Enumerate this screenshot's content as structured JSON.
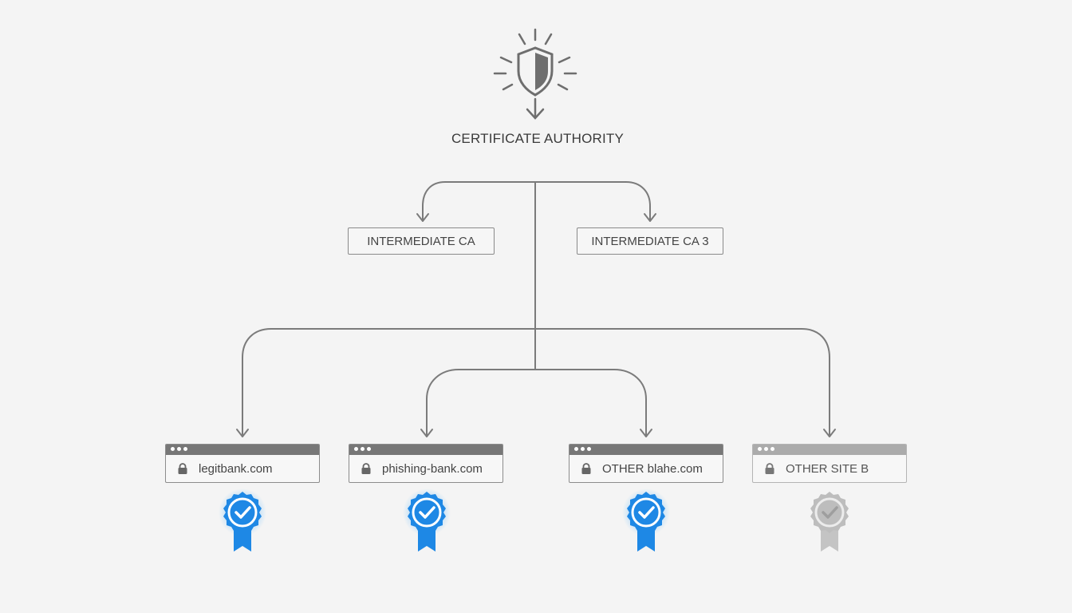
{
  "root": {
    "label": "CERTIFICATE AUTHORITY",
    "icon": "shield-alert-icon"
  },
  "intermediates": [
    {
      "label": "INTERMEDIATE CA"
    },
    {
      "label": "INTERMEDIATE CA 3"
    }
  ],
  "sites": [
    {
      "url": "legitbank.com",
      "badge": "verified",
      "active": true
    },
    {
      "url": "phishing-bank.com",
      "badge": "verified",
      "active": true
    },
    {
      "url": "OTHER blahe.com",
      "badge": "verified",
      "active": true
    },
    {
      "url": "OTHER SITE B",
      "badge": "verified",
      "active": false
    }
  ],
  "colors": {
    "line": "#7b7b7b",
    "badge_active": "#1e88e5",
    "badge_glow": "#55b4ff",
    "badge_inactive": "#bdbdbd"
  }
}
